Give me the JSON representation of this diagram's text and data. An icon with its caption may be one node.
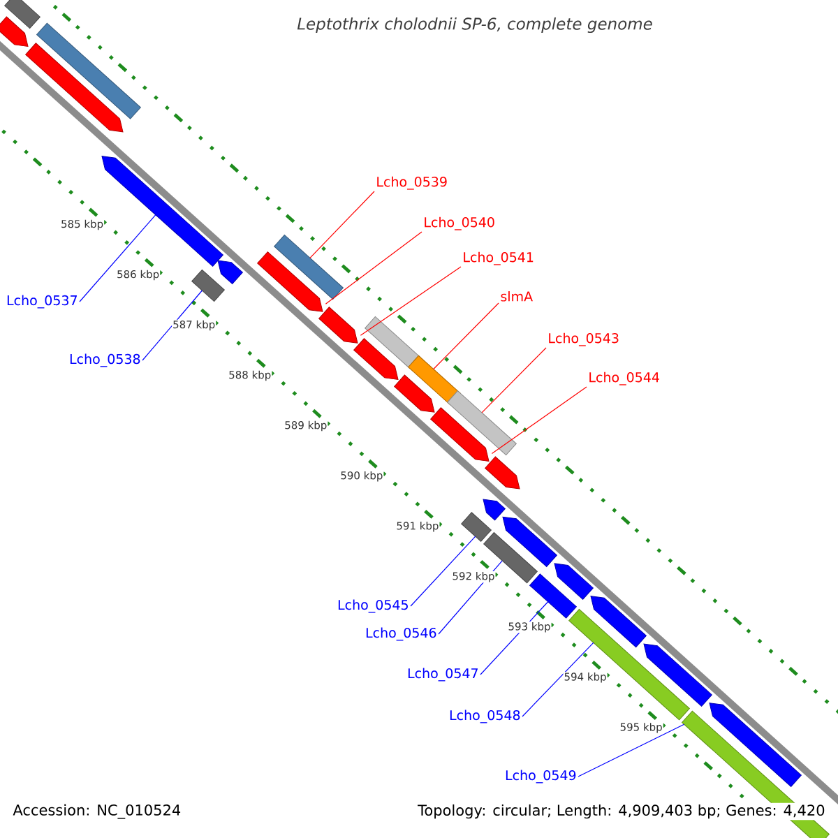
{
  "diagram": {
    "title": "Leptothrix cholodnii SP-6, complete genome",
    "nodes": [
      {
        "text": [
          "Lcho_0539"
        ]
      },
      {
        "text": [
          "Lcho_0540"
        ]
      },
      {
        "text": [
          "Lcho_0541"
        ]
      },
      {
        "text": [
          "slmA"
        ]
      },
      {
        "text": [
          "Lcho_0537"
        ]
      },
      {
        "text": [
          "Lcho_0543"
        ]
      },
      {
        "text": [
          "Lcho_0538"
        ]
      },
      {
        "text": [
          "Lcho_0544"
        ]
      },
      {
        "text": [
          "Lcho_0545"
        ]
      },
      {
        "text": [
          "Lcho_0546"
        ]
      },
      {
        "text": [
          "Lcho_0547"
        ]
      },
      {
        "text": [
          "Lcho_0548"
        ]
      },
      {
        "text": [
          "Lcho_0549"
        ]
      },
      {
        "text": [],
        "shape": "pentagon"
      },
      {
        "text": [],
        "shape": "bar"
      },
      {
        "text": [],
        "shape": "pentagon"
      },
      {
        "text": [],
        "shape": "bar"
      },
      {
        "text": [],
        "shape": "pentagon"
      },
      {
        "text": [],
        "shape": "bar"
      },
      {
        "text": [],
        "shape": "pentagon"
      },
      {
        "text": [],
        "shape": "pentagon"
      },
      {
        "text": [],
        "shape": "bar"
      },
      {
        "text": [],
        "shape": "pentagon"
      },
      {
        "text": [],
        "shape": "pentagon"
      },
      {
        "text": [],
        "shape": "bar"
      },
      {
        "text": [],
        "shape": "pentagon"
      },
      {
        "text": [],
        "shape": "bar"
      },
      {
        "text": [],
        "shape": "pentagon"
      },
      {
        "text": [],
        "shape": "bar"
      },
      {
        "text": [],
        "shape": "bar"
      },
      {
        "text": [],
        "shape": "pentagon"
      },
      {
        "text": [],
        "shape": "bar"
      },
      {
        "text": [],
        "shape": "pentagon"
      },
      {
        "text": [],
        "shape": "pentagon"
      },
      {
        "text": [],
        "shape": "bar"
      },
      {
        "text": [],
        "shape": "pentagon"
      },
      {
        "text": [],
        "shape": "bar"
      },
      {
        "text": [],
        "shape": "pentagon"
      },
      {
        "text": [],
        "shape": "pentagon"
      },
      {
        "text": [],
        "shape": "bar"
      },
      {
        "text": [],
        "shape": "pentagon"
      }
    ],
    "edges": [
      {
        "from": 0,
        "to": 21,
        "arrow": "none",
        "color": "#ff0000"
      },
      {
        "from": 1,
        "to": 20,
        "arrow": "none",
        "color": "#ff0000"
      },
      {
        "from": 2,
        "to": 22,
        "arrow": "none",
        "color": "#ff0000"
      },
      {
        "from": 3,
        "to": 26,
        "arrow": "none",
        "color": "#ff0000"
      },
      {
        "from": 4,
        "to": 17,
        "arrow": "none",
        "color": "#0000ff"
      },
      {
        "from": 5,
        "to": 28,
        "arrow": "none",
        "color": "#ff0000"
      },
      {
        "from": 6,
        "to": 18,
        "arrow": "none",
        "color": "#0000ff"
      },
      {
        "from": 7,
        "to": 27,
        "arrow": "none",
        "color": "#ff0000"
      },
      {
        "from": 8,
        "to": 29,
        "arrow": "none",
        "color": "#0000ff"
      },
      {
        "from": 9,
        "to": 31,
        "arrow": "none",
        "color": "#0000ff"
      },
      {
        "from": 10,
        "to": 34,
        "arrow": "none",
        "color": "#0000ff"
      },
      {
        "from": 11,
        "to": 36,
        "arrow": "none",
        "color": "#0000ff"
      },
      {
        "from": 12,
        "to": 39,
        "arrow": "none",
        "color": "#0000ff"
      }
    ],
    "labels": [
      "585 kbp",
      "586 kbp",
      "587 kbp",
      "588 kbp",
      "589 kbp",
      "590 kbp",
      "591 kbp",
      "592 kbp",
      "593 kbp",
      "594 kbp",
      "595 kbp",
      "Accession: NC_010524",
      "Topology: circular; Length: 4,909,403 bp; Genes: 4,420"
    ]
  }
}
